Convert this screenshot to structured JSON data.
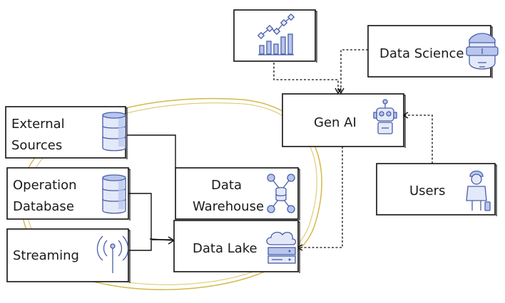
{
  "nodes": {
    "external_sources": {
      "line1": "External",
      "line2": "Sources",
      "icon": "database-icon"
    },
    "operation_database": {
      "line1": "Operation",
      "line2": "Database",
      "icon": "database-icon"
    },
    "streaming": {
      "label": "Streaming",
      "icon": "antenna-icon"
    },
    "data_warehouse": {
      "line1": "Data",
      "line2": "Warehouse",
      "icon": "cluster-icon"
    },
    "data_lake": {
      "label": "Data Lake",
      "icon": "cloud-server-icon"
    },
    "gen_ai": {
      "label": "Gen AI",
      "icon": "robot-icon"
    },
    "data_science": {
      "label": "Data Science",
      "icon": "vr-person-icon"
    },
    "users": {
      "label": "Users",
      "icon": "user-icon"
    },
    "analytics": {
      "icon": "chart-icon"
    }
  },
  "colors": {
    "outline": "#111111",
    "icon_stroke": "#4a5ea8",
    "icon_fill": "#b8c6ee",
    "ellipse": "#d4b94a"
  }
}
